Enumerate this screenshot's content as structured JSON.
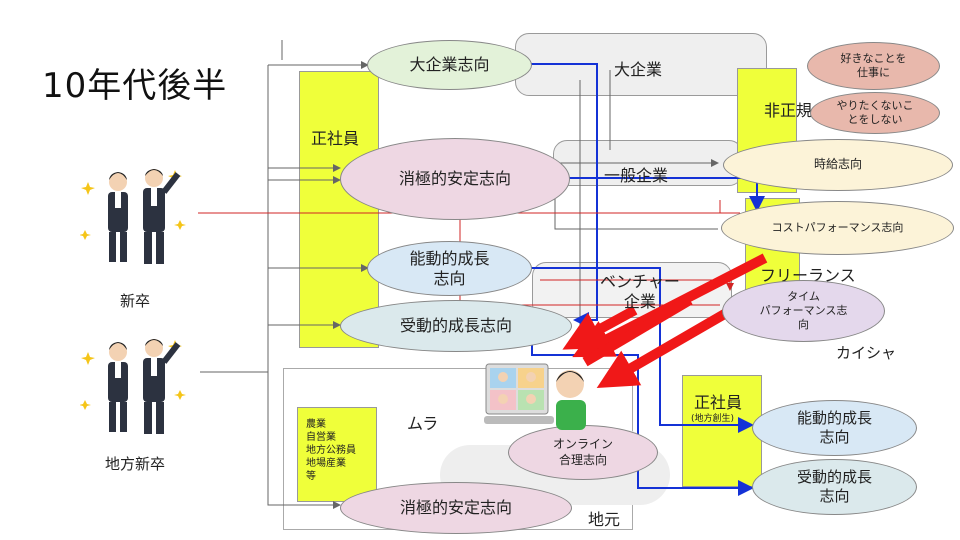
{
  "title": "10年代後半",
  "people": {
    "shinsotsu": "新卒",
    "chiho_shinsotsu": "地方新卒"
  },
  "boxes": {
    "seishain": "正社員",
    "daikigyo": "大企業",
    "ippan_kigyo": "一般企業",
    "venture": "ベンチャー\n企業",
    "hiseiki": "非正規",
    "freelance": "フリーランス",
    "kaisha": "カイシャ",
    "mura": "ムラ",
    "jimoto": "地元",
    "mura_list": "農業\n自営業\n地方公務員\n地場産業\n等",
    "seishain_chiho": "正社員",
    "chiho_sosei": "(地方創生)"
  },
  "ellipses": {
    "daikigyo_shiko": "大企業志向",
    "shokyoku_antei": "消極的安定志向",
    "nodo_seicho": "能動的成長\n志向",
    "judo_seicho": "受動的成長志向",
    "shokyoku_antei_2": "消極的安定志向",
    "suki_na_koto": "好きなことを\n仕事に",
    "yaritakunai": "やりたくないこ\nとをしない",
    "jikyu": "時給志向",
    "cost_perf": "コストパフォーマンス志向",
    "time_perf": "タイム\nパフォーマンス志\n向",
    "online": "オンライン\n合理志向",
    "nodo_seicho_2": "能動的成長\n志向",
    "judo_seicho_2": "受動的成長\n志向"
  },
  "colors": {
    "yellow": "#efff3a",
    "green_ellipse": "#e3f2d9",
    "pink_ellipse": "#eed7e3",
    "blue_ellipse": "#d8e8f5",
    "teal_ellipse": "#dbe9ec",
    "salmon_ellipse": "#e8b8ac",
    "cream_ellipse": "#fcf3d8",
    "lavender_ellipse": "#e4d8ec",
    "blue_arrow": "#1432d6",
    "red_arrow": "#f01818",
    "thin_red": "#d22424"
  },
  "icons": [
    "businesspeople-cheering-icon",
    "businesspeople-cheering-icon",
    "online-meeting-icon"
  ]
}
